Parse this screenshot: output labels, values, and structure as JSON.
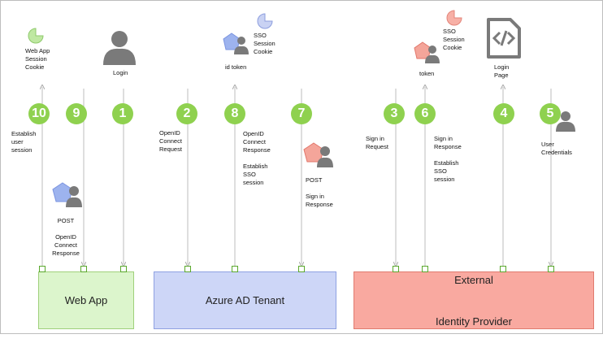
{
  "steps": [
    "1",
    "2",
    "3",
    "4",
    "5",
    "6",
    "7",
    "8",
    "9",
    "10"
  ],
  "labels": {
    "web_app_cookie": "Web App\nSession\nCookie",
    "login": "Login",
    "id_token": "id token",
    "sso_cookie_azure": "SSO\nSession\nCookie",
    "sso_cookie_idp": "SSO\nSession\nCookie",
    "token": "token",
    "login_page": "Login\nPage",
    "establish_user_session": "Establish\nuser\nsession",
    "post_oidc_response": "POST\n\nOpenID\nConnect\nResponse",
    "oidc_request": "OpenID\nConnect\nRequest",
    "oidc_response_sso": "OpenID\nConnect\nResponse\n\nEstablish\nSSO\nsession",
    "post_signin_response": "POST\n\nSign in\nResponse",
    "signin_request": "Sign in\nRequest",
    "signin_response_sso": "Sign in\nResponse\n\nEstablish\nSSO\nsession",
    "user_credentials": "User\nCredentials"
  },
  "boxes": {
    "web_app": "Web App",
    "azure_ad": "Azure AD Tenant",
    "idp_line1": "External",
    "idp_line2": "Identity Provider"
  },
  "colors": {
    "step": "#8fd14f",
    "web_app_fill": "#dcf5cc",
    "azure_fill": "#cdd6f7",
    "idp_fill": "#f9a9a0",
    "pentagon_blue": "#9db3ee",
    "pentagon_red": "#f4a59a",
    "person_gray": "#7a7a7a"
  },
  "icons": [
    "cookie-green-icon",
    "user-icon",
    "cookie-blue-icon",
    "user-blue-pentagon-icon",
    "cookie-red-icon",
    "user-red-pentagon-icon",
    "code-page-icon"
  ]
}
